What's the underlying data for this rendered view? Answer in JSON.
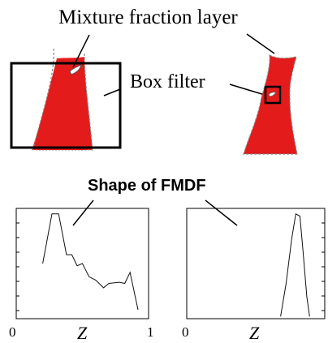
{
  "labels": {
    "mixture_fraction_layer": "Mixture fraction layer",
    "box_filter": "Box filter",
    "shape_of_fmdf": "Shape of FMDF"
  },
  "plots": [
    {
      "id": "left",
      "x_min_label": "0",
      "x_max_label": "1",
      "x_label": "Z",
      "curve": [
        [
          0.2,
          0.5
        ],
        [
          0.27,
          0.95
        ],
        [
          0.32,
          0.95
        ],
        [
          0.38,
          0.58
        ],
        [
          0.42,
          0.58
        ],
        [
          0.46,
          0.48
        ],
        [
          0.5,
          0.5
        ],
        [
          0.55,
          0.38
        ],
        [
          0.6,
          0.35
        ],
        [
          0.66,
          0.28
        ],
        [
          0.7,
          0.32
        ],
        [
          0.78,
          0.33
        ],
        [
          0.82,
          0.32
        ],
        [
          0.86,
          0.42
        ],
        [
          0.92,
          0.08
        ]
      ]
    },
    {
      "id": "right",
      "x_min_label": "0",
      "x_max_label": "",
      "x_label": "Z",
      "curve": [
        [
          0.68,
          0.02
        ],
        [
          0.72,
          0.32
        ],
        [
          0.76,
          0.72
        ],
        [
          0.79,
          0.95
        ],
        [
          0.82,
          0.93
        ],
        [
          0.84,
          0.65
        ],
        [
          0.87,
          0.2
        ],
        [
          0.89,
          0.02
        ]
      ]
    }
  ],
  "colors": {
    "flame_red": "#e31b1b",
    "line": "#111111",
    "frame": "#000000"
  }
}
